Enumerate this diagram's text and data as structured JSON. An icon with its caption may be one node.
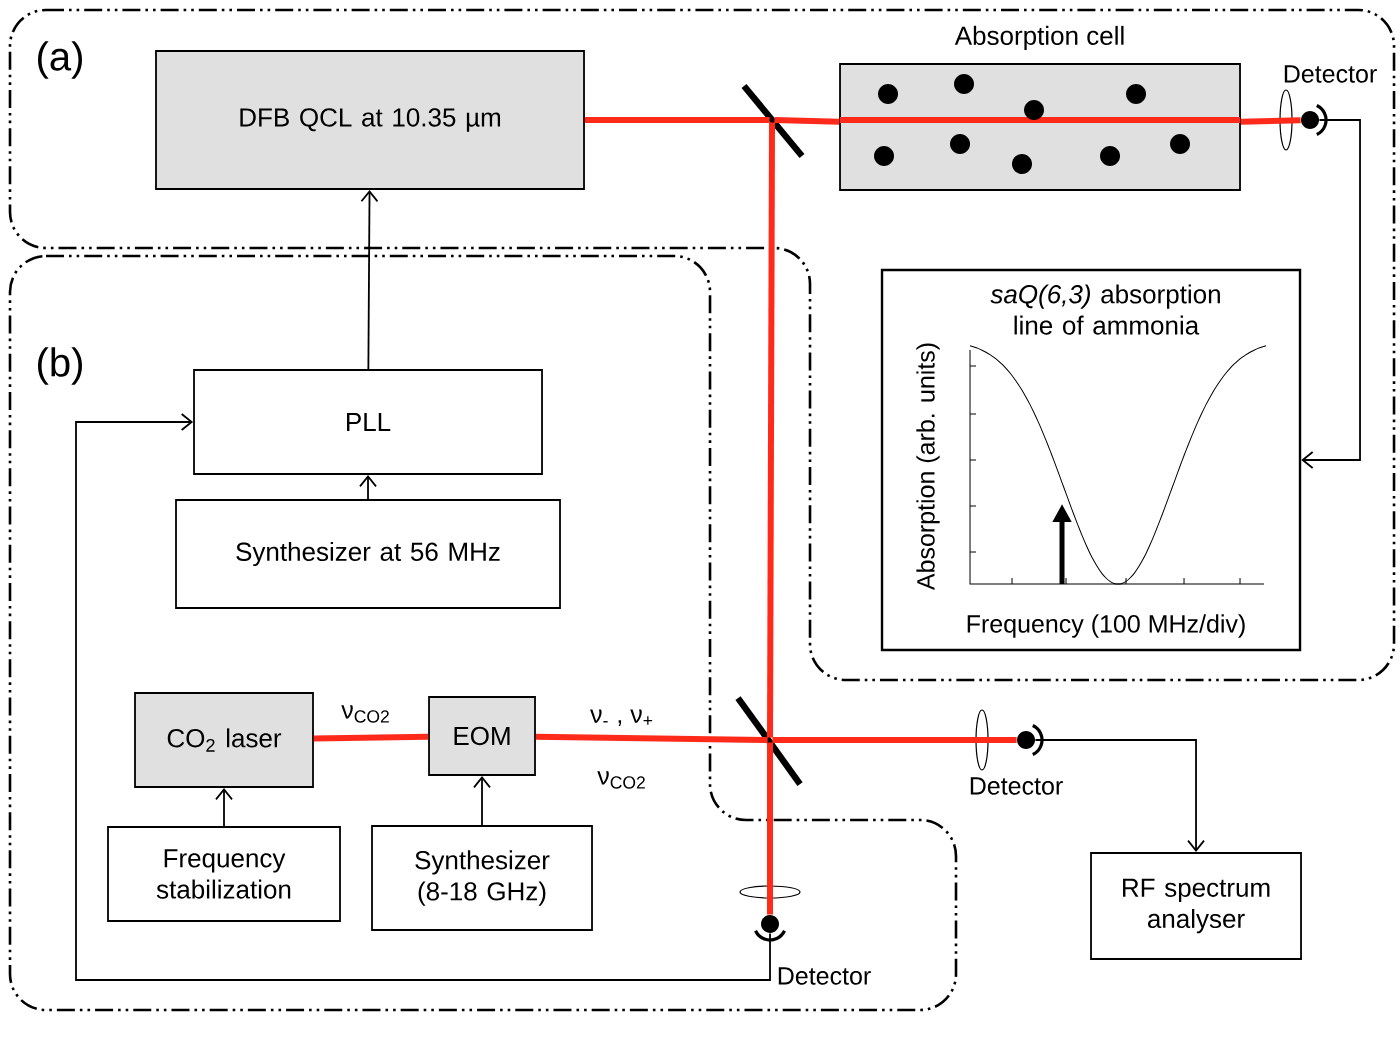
{
  "diagram": {
    "nodes": [
      {
        "text": [
          "DFB QCL at 10.35 µm"
        ]
      },
      {
        "text": [
          "Absorption cell"
        ]
      },
      {
        "text": [
          "Detector"
        ]
      },
      {
        "text": [
          "*saQ(6,3)* absorption line of ammonia",
          "Absorption (arb. units)",
          "Frequency (100 MHz/div)"
        ]
      },
      {
        "text": [
          "PLL"
        ]
      },
      {
        "text": [
          "Synthesizer at 56 MHz"
        ]
      },
      {
        "text": [
          "CO$_{2}$ laser"
        ]
      },
      {
        "text": [
          "EOM"
        ]
      },
      {
        "text": [
          "Frequency stabilization"
        ]
      },
      {
        "text": [
          "Synthesizer (8-18 GHz)"
        ]
      },
      {
        "text": [],
        "shape": "mirror"
      },
      {
        "text": [],
        "shape": "mirror"
      },
      {
        "text": [
          "Detector"
        ]
      },
      {
        "text": [
          "RF spectrum analyser"
        ]
      },
      {
        "text": [
          "Detector"
        ]
      }
    ],
    "edges": [
      {
        "from": 0,
        "to": 10,
        "arrow": "none"
      },
      {
        "from": 10,
        "to": 1,
        "arrow": "none"
      },
      {
        "from": 1,
        "to": 2,
        "arrow": "none"
      },
      {
        "from": 2,
        "to": 3,
        "arrow": "to",
        "color": "#000000"
      },
      {
        "from": 4,
        "to": 0,
        "arrow": "to",
        "color": "#000000"
      },
      {
        "from": 5,
        "to": 4,
        "arrow": "to",
        "color": "#000000"
      },
      {
        "from": 6,
        "to": 7,
        "arrow": "none",
        "label": "ν$_{CO2}$"
      },
      {
        "from": 7,
        "to": 11,
        "arrow": "none",
        "label": "ν$_{-}$   ,   ν$_{+}$"
      },
      {
        "from": 10,
        "to": 11,
        "arrow": "none"
      },
      {
        "from": 11,
        "to": 14,
        "arrow": "none"
      },
      {
        "from": 11,
        "to": 12,
        "arrow": "none"
      },
      {
        "from": 12,
        "to": 13,
        "arrow": "to",
        "color": "#000000"
      },
      {
        "from": 14,
        "to": 4,
        "arrow": "to",
        "color": "#000000"
      },
      {
        "from": 8,
        "to": 6,
        "arrow": "to",
        "color": "#000000"
      },
      {
        "from": 9,
        "to": 7,
        "arrow": "to",
        "color": "#000000"
      }
    ],
    "labels": [
      "(a)",
      "(b)",
      "ν$_{CO2}$"
    ]
  }
}
